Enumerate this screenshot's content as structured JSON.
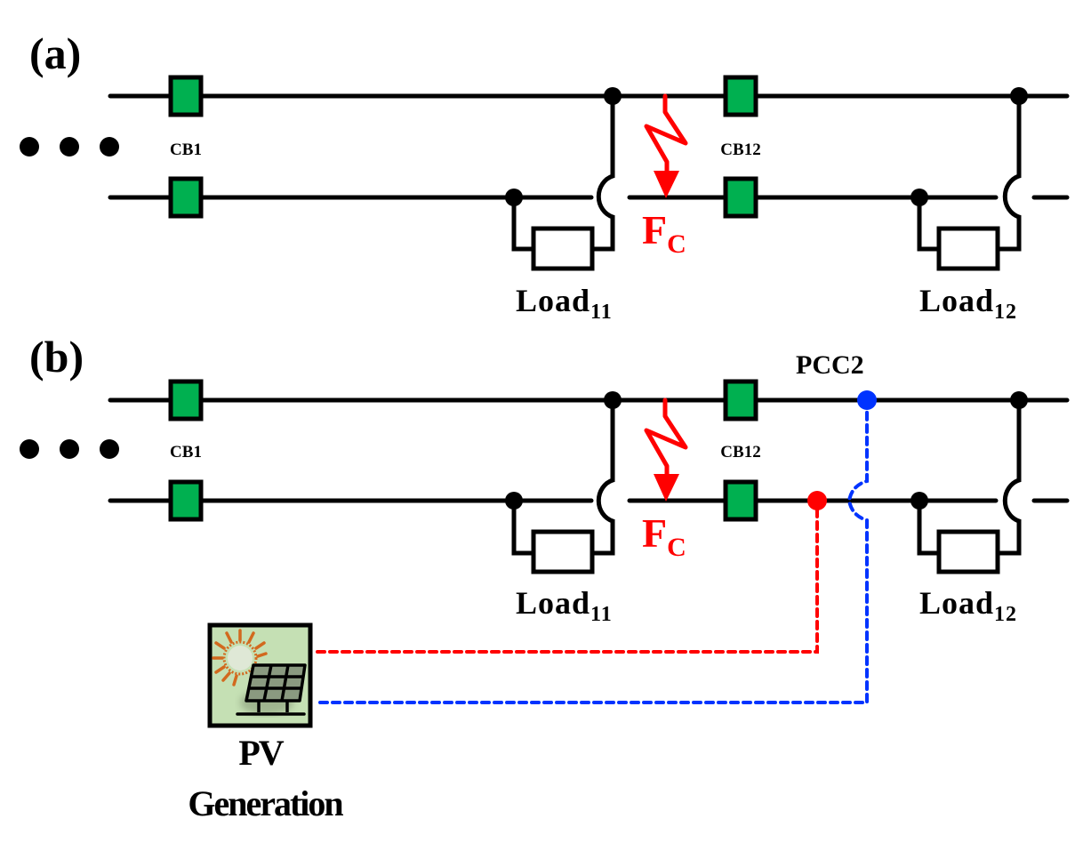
{
  "colors": {
    "breaker_fill": "#00b050",
    "fault": "#ff0000",
    "pcc1_node": "#ff0000",
    "pcc2_node": "#0033ff",
    "line": "#000000",
    "pv_background": "#c5e0b4",
    "sun": "#d2691e"
  },
  "panels": [
    {
      "label": "(a)",
      "continuation": "• • •",
      "breakers": [
        {
          "label": "CB1"
        },
        {
          "label": "CB12"
        }
      ],
      "fault": {
        "main": "F",
        "sub": "C"
      },
      "loads": [
        {
          "main": "Load",
          "sub": "11"
        },
        {
          "main": "Load",
          "sub": "12"
        }
      ]
    },
    {
      "label": "(b)",
      "continuation": "• • •",
      "breakers": [
        {
          "label": "CB1"
        },
        {
          "label": "CB12"
        }
      ],
      "fault": {
        "main": "F",
        "sub": "C"
      },
      "loads": [
        {
          "main": "Load",
          "sub": "11"
        },
        {
          "main": "Load",
          "sub": "12"
        }
      ],
      "pcc": {
        "label": "PCC2"
      },
      "pv": {
        "line1": "PV",
        "line2": "Generation",
        "icon": "solar-panel-icon"
      }
    }
  ]
}
